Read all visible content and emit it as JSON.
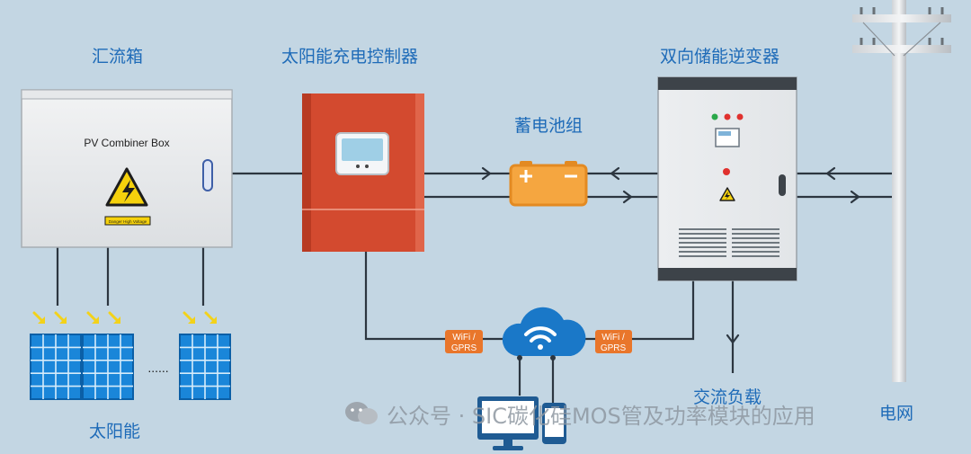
{
  "labels": {
    "combiner": "汇流箱",
    "controller": "太阳能充电控制器",
    "battery": "蓄电池组",
    "inverter": "双向储能逆变器",
    "solar": "太阳能",
    "ac_load": "交流负载",
    "grid": "电网"
  },
  "combiner_box": {
    "title": "PV Combiner Box",
    "warning_sign": "Danger High Voltage"
  },
  "comm": {
    "left": [
      "WiFi /",
      "GPRS"
    ],
    "right": [
      "WiFi /",
      "GPRS"
    ]
  },
  "panel_ellipsis": "......",
  "watermark": "公众号 · SIC碳化硅MOS管及功率模块的应用",
  "colors": {
    "background": "#c3d6e3",
    "label_blue": "#1e6bb8",
    "controller_red": "#d34a2f",
    "battery_orange": "#f5a640",
    "comm_orange": "#e9762b",
    "cloud_blue": "#1a78c8",
    "solar_panel": "#1a86d9",
    "sun_ray": "#f3d21a"
  },
  "icons": [
    "cloud-wifi-icon",
    "desktop-monitor-icon",
    "smartphone-icon",
    "high-voltage-warning-icon",
    "utility-pole-icon",
    "solar-panel-icon",
    "battery-icon"
  ]
}
